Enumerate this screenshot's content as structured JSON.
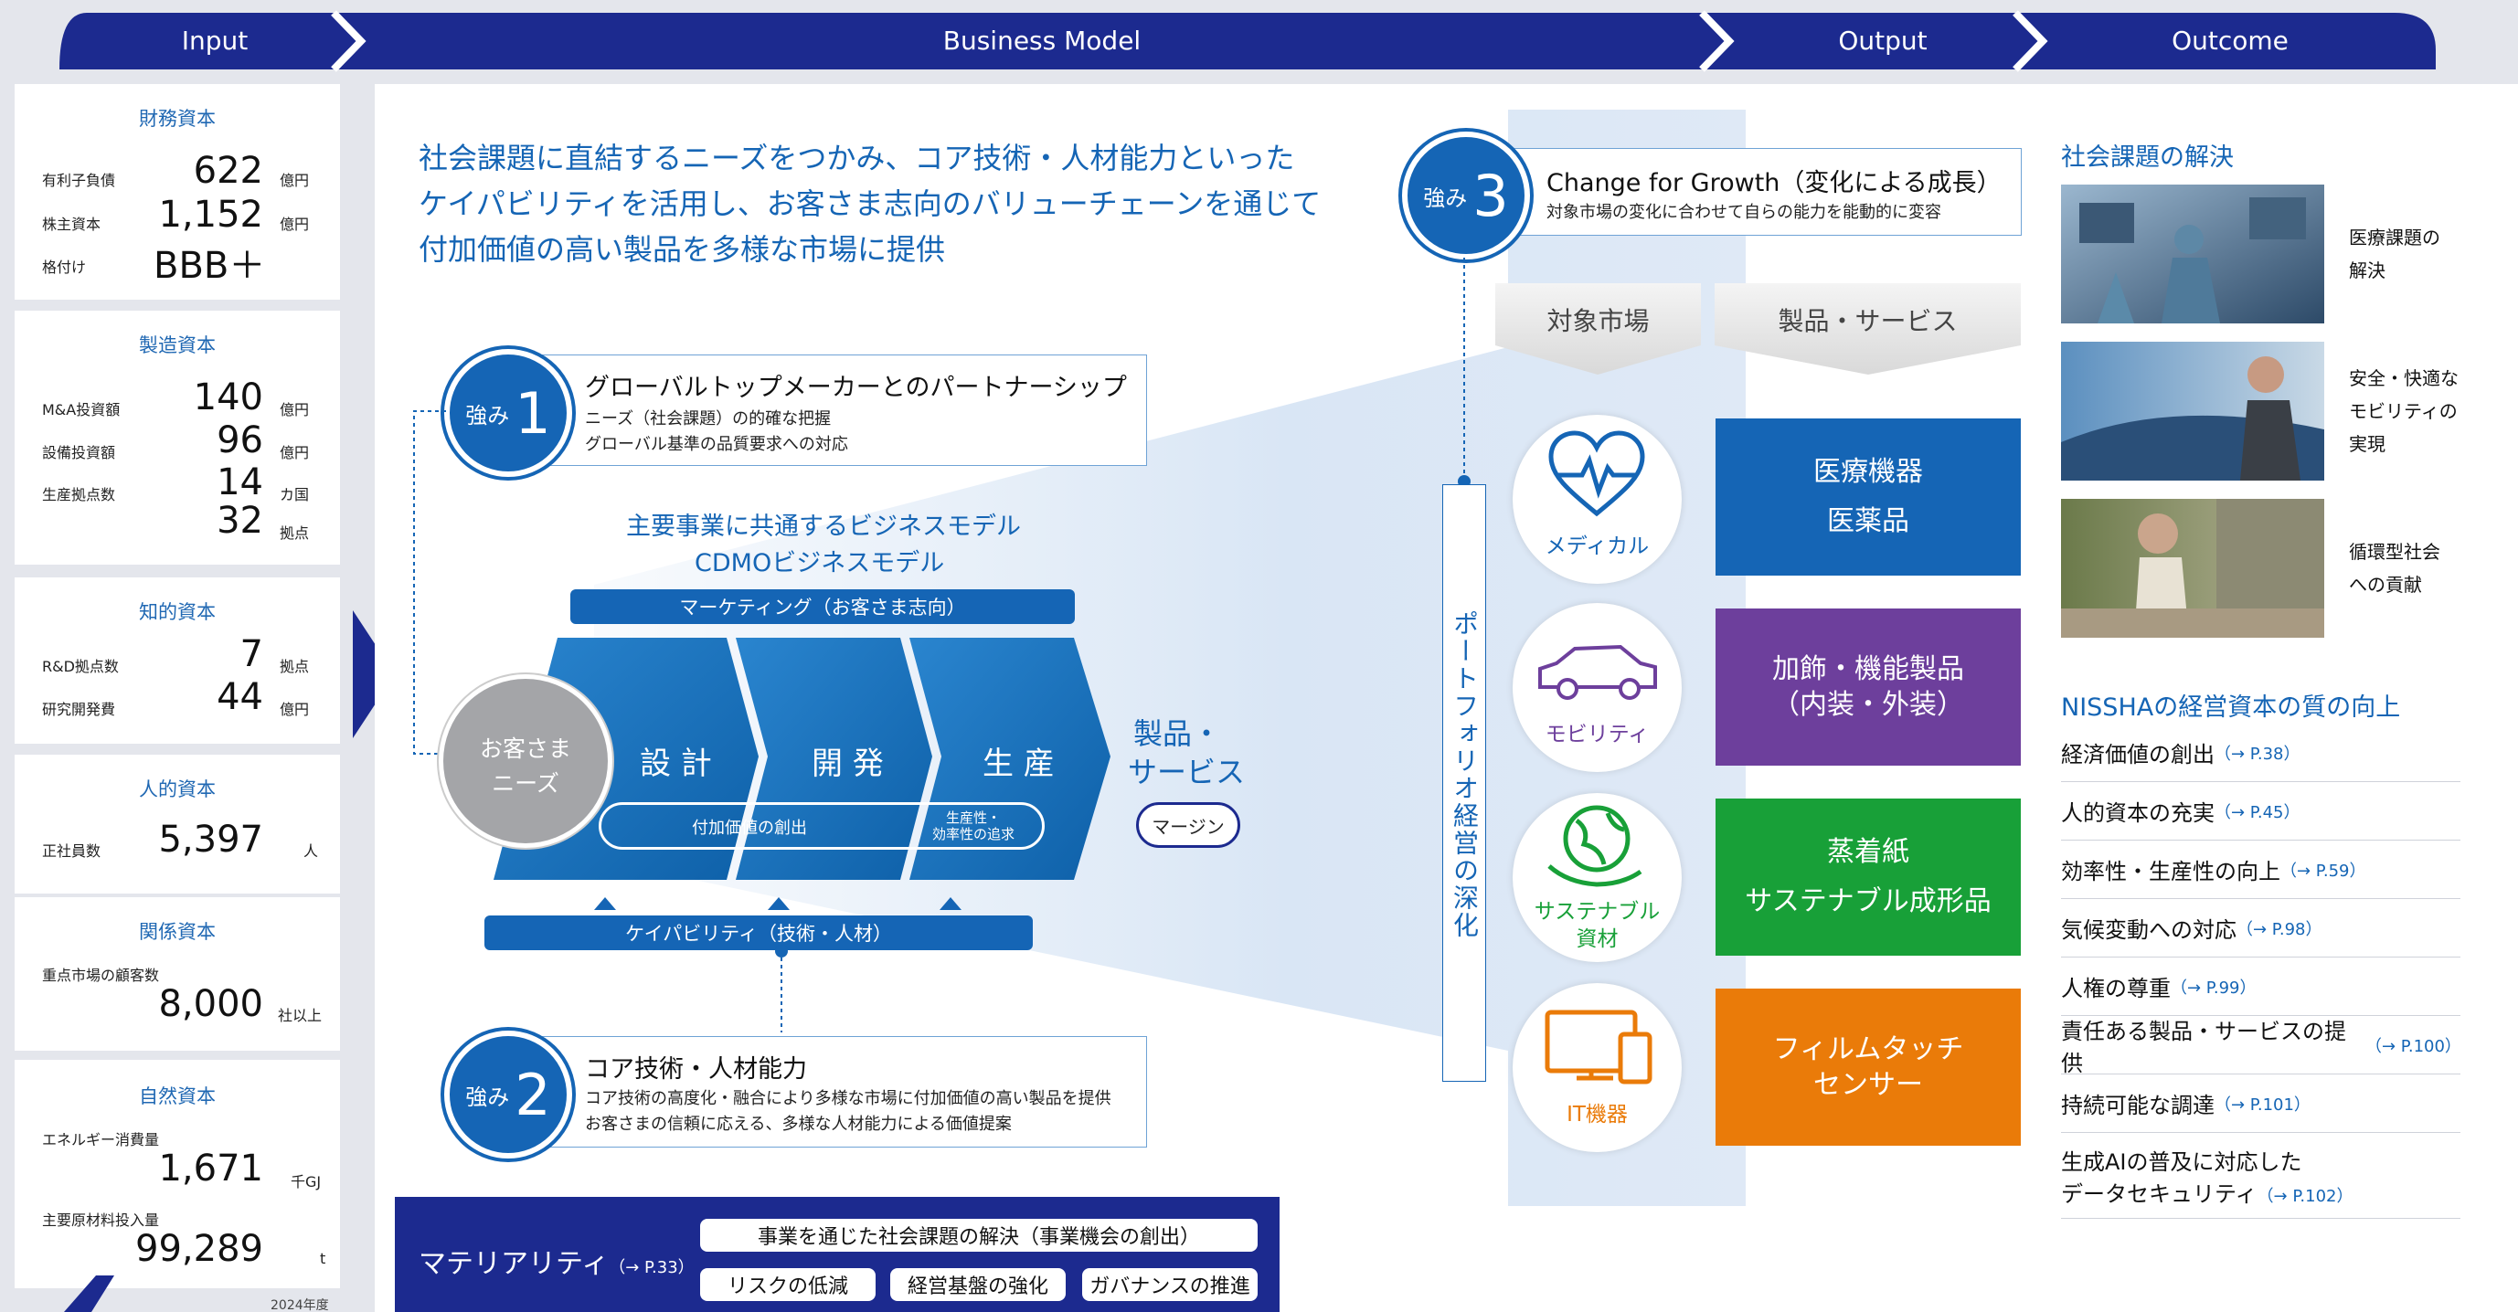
{
  "header": {
    "input": "Input",
    "business_model": "Business Model",
    "output": "Output",
    "outcome": "Outcome"
  },
  "capitals": {
    "financial": {
      "title": "財務資本",
      "rows": [
        {
          "label": "有利子負債",
          "value": "622",
          "unit": "億円"
        },
        {
          "label": "株主資本",
          "value": "1,152",
          "unit": "億円"
        },
        {
          "label": "格付け",
          "value": "BBB＋",
          "unit": ""
        }
      ]
    },
    "manufacturing": {
      "title": "製造資本",
      "rows": [
        {
          "label": "M&A投資額",
          "value": "140",
          "unit": "億円"
        },
        {
          "label": "設備投資額",
          "value": "96",
          "unit": "億円"
        },
        {
          "label": "生産拠点数",
          "value": "14",
          "unit": "カ国"
        },
        {
          "label": "",
          "value": "32",
          "unit": "拠点"
        }
      ]
    },
    "intellectual": {
      "title": "知的資本",
      "rows": [
        {
          "label": "R&D拠点数",
          "value": "7",
          "unit": "拠点"
        },
        {
          "label": "研究開発費",
          "value": "44",
          "unit": "億円"
        }
      ]
    },
    "human": {
      "title": "人的資本",
      "rows": [
        {
          "label": "正社員数",
          "value": "5,397",
          "unit": "人"
        }
      ]
    },
    "relationship": {
      "title": "関係資本",
      "rows": [
        {
          "label": "重点市場の顧客数",
          "value": "8,000",
          "unit": "社以上"
        }
      ]
    },
    "natural": {
      "title": "自然資本",
      "rows": [
        {
          "label": "エネルギー消費量",
          "value": "1,671",
          "unit": "千GJ"
        },
        {
          "label": "主要原材料投入量",
          "value": "99,289",
          "unit": "t"
        }
      ]
    },
    "year": "2024年度"
  },
  "lead": [
    "社会課題に直結するニーズをつかみ、コア技術・人材能力といった",
    "ケイパビリティを活用し、お客さま志向のバリューチェーンを通じて",
    "付加価値の高い製品を多様な市場に提供"
  ],
  "strength1": {
    "badge": "強み",
    "num": "1",
    "title": "グローバルトップメーカーとのパートナーシップ",
    "sub1": "ニーズ（社会課題）の的確な把握",
    "sub2": "グローバル基準の品質要求への対応"
  },
  "strength2": {
    "badge": "強み",
    "num": "2",
    "title": "コア技術・人材能力",
    "sub1": "コア技術の高度化・融合により多様な市場に付加価値の高い製品を提供",
    "sub2": "お客さまの信頼に応える、多様な人材能力による価値提案"
  },
  "strength3": {
    "badge": "強み",
    "num": "3",
    "title": "Change for Growth（変化による成長）",
    "sub1": "対象市場の変化に合わせて自らの能力を能動的に変容"
  },
  "model": {
    "heading1": "主要事業に共通するビジネスモデル",
    "heading2": "CDMOビジネスモデル",
    "marketing": "マーケティング（お客さま志向）",
    "customer1": "お客さま",
    "customer2": "ニーズ",
    "steps": [
      "設 計",
      "開 発",
      "生 産"
    ],
    "value_creation": "付加価値の創出",
    "productivity1": "生産性・",
    "productivity2": "効率性の追求",
    "capability": "ケイパビリティ（技術・人材）",
    "product1": "製品・",
    "product2": "サービス",
    "margin": "マージン"
  },
  "portfolio": "ポートフォリオ経営の深化",
  "output": {
    "col1": "対象市場",
    "col2": "製品・サービス",
    "markets": [
      {
        "label": "メディカル",
        "icon": "heart-pulse-icon",
        "color": "#1565b5"
      },
      {
        "label": "モビリティ",
        "icon": "car-icon",
        "color": "#6d3f9c"
      },
      {
        "label1": "サステナブル",
        "label2": "資材",
        "icon": "globe-leaf-icon",
        "color": "#18a038"
      },
      {
        "label": "IT機器",
        "icon": "computer-icon",
        "color": "#ea7b09"
      }
    ],
    "products": [
      {
        "line1": "医療機器",
        "line2": "医薬品",
        "color": "#1565b5"
      },
      {
        "line1": "加飾・機能製品",
        "line2": "（内装・外装）",
        "color": "#6d3f9c"
      },
      {
        "line1": "蒸着紙",
        "line2": "サステナブル成形品",
        "color": "#18a038"
      },
      {
        "line1": "フィルムタッチ",
        "line2": "センサー",
        "color": "#ea7b09"
      }
    ]
  },
  "outcome": {
    "social_title": "社会課題の解決",
    "social": [
      {
        "line1": "医療課題の",
        "line2": "解決",
        "line3": ""
      },
      {
        "line1": "安全・快適な",
        "line2": "モビリティの",
        "line3": "実現"
      },
      {
        "line1": "循環型社会",
        "line2": "への貢献",
        "line3": ""
      }
    ],
    "quality_title": "NISSHAの経営資本の質の向上",
    "items": [
      {
        "text": "経済価値の創出",
        "ref": "（→ P.38）"
      },
      {
        "text": "人的資本の充実",
        "ref": "（→ P.45）"
      },
      {
        "text": "効率性・生産性の向上",
        "ref": "（→ P.59）"
      },
      {
        "text": "気候変動への対応",
        "ref": "（→ P.98）"
      },
      {
        "text": "人権の尊重",
        "ref": "（→ P.99）"
      },
      {
        "text": "責任ある製品・サービスの提供",
        "ref": "（→ P.100）"
      },
      {
        "text": "持続可能な調達",
        "ref": "（→ P.101）"
      },
      {
        "text": "生成AIの普及に対応した",
        "text2": "データセキュリティ",
        "ref": "（→ P.102）"
      }
    ]
  },
  "materiality": {
    "title": "マテリアリティ",
    "ref": "（→ P.33）",
    "top": "事業を通じた社会課題の解決（事業機会の創出）",
    "b1": "リスクの低減",
    "b2": "経営基盤の強化",
    "b3": "ガバナンスの推進"
  }
}
